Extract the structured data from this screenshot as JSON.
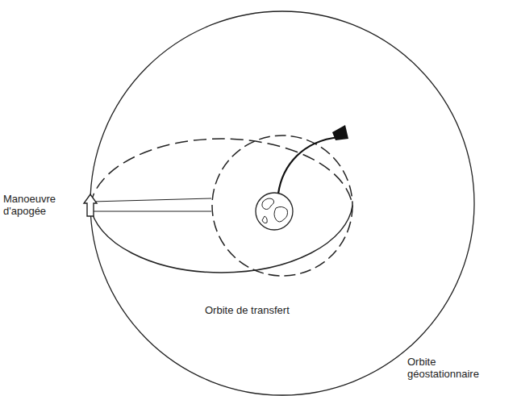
{
  "diagram": {
    "labels": [
      "Manoeuvre d'apogée",
      "Orbite de transfert",
      "Orbite géostationnaire"
    ]
  }
}
